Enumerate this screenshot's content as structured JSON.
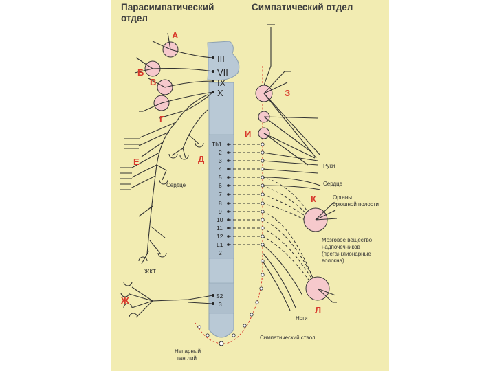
{
  "titles": {
    "parasympathetic": [
      "Парасимпатический",
      "отдел"
    ],
    "sympathetic": "Симпатический отдел"
  },
  "letters": {
    "a": "А",
    "b": "Б",
    "v": "В",
    "g": "Г",
    "d": "Д",
    "e": "Е",
    "zh": "Ж",
    "z": "З",
    "i": "И",
    "k": "К",
    "l": "Л"
  },
  "cranial_nerves": [
    "III",
    "VII",
    "IX",
    "X"
  ],
  "segments": [
    "Th1",
    "2",
    "3",
    "4",
    "5",
    "6",
    "7",
    "8",
    "9",
    "10",
    "11",
    "12",
    "L1",
    "2"
  ],
  "sacral": [
    "S2",
    "3"
  ],
  "labels": {
    "heart_left": "Сердце",
    "gi": "ЖКТ",
    "unpaired_ganglion": [
      "Непарный",
      "ганглий"
    ],
    "hands": "Руки",
    "heart_right": "Сердце",
    "abdominal": [
      "Органы",
      "брюшной полости"
    ],
    "adrenal": [
      "Мозговое вещество",
      "надпочечников",
      "(преганглионарные",
      "волокна)"
    ],
    "legs": "Ноги",
    "symp_trunk": "Симпатический ствол"
  },
  "colors": {
    "background": "#f2ecb2",
    "spinal_cord": "#b9c9d6",
    "accent": "#d83a2c",
    "ganglion": "#f6c9cc"
  }
}
